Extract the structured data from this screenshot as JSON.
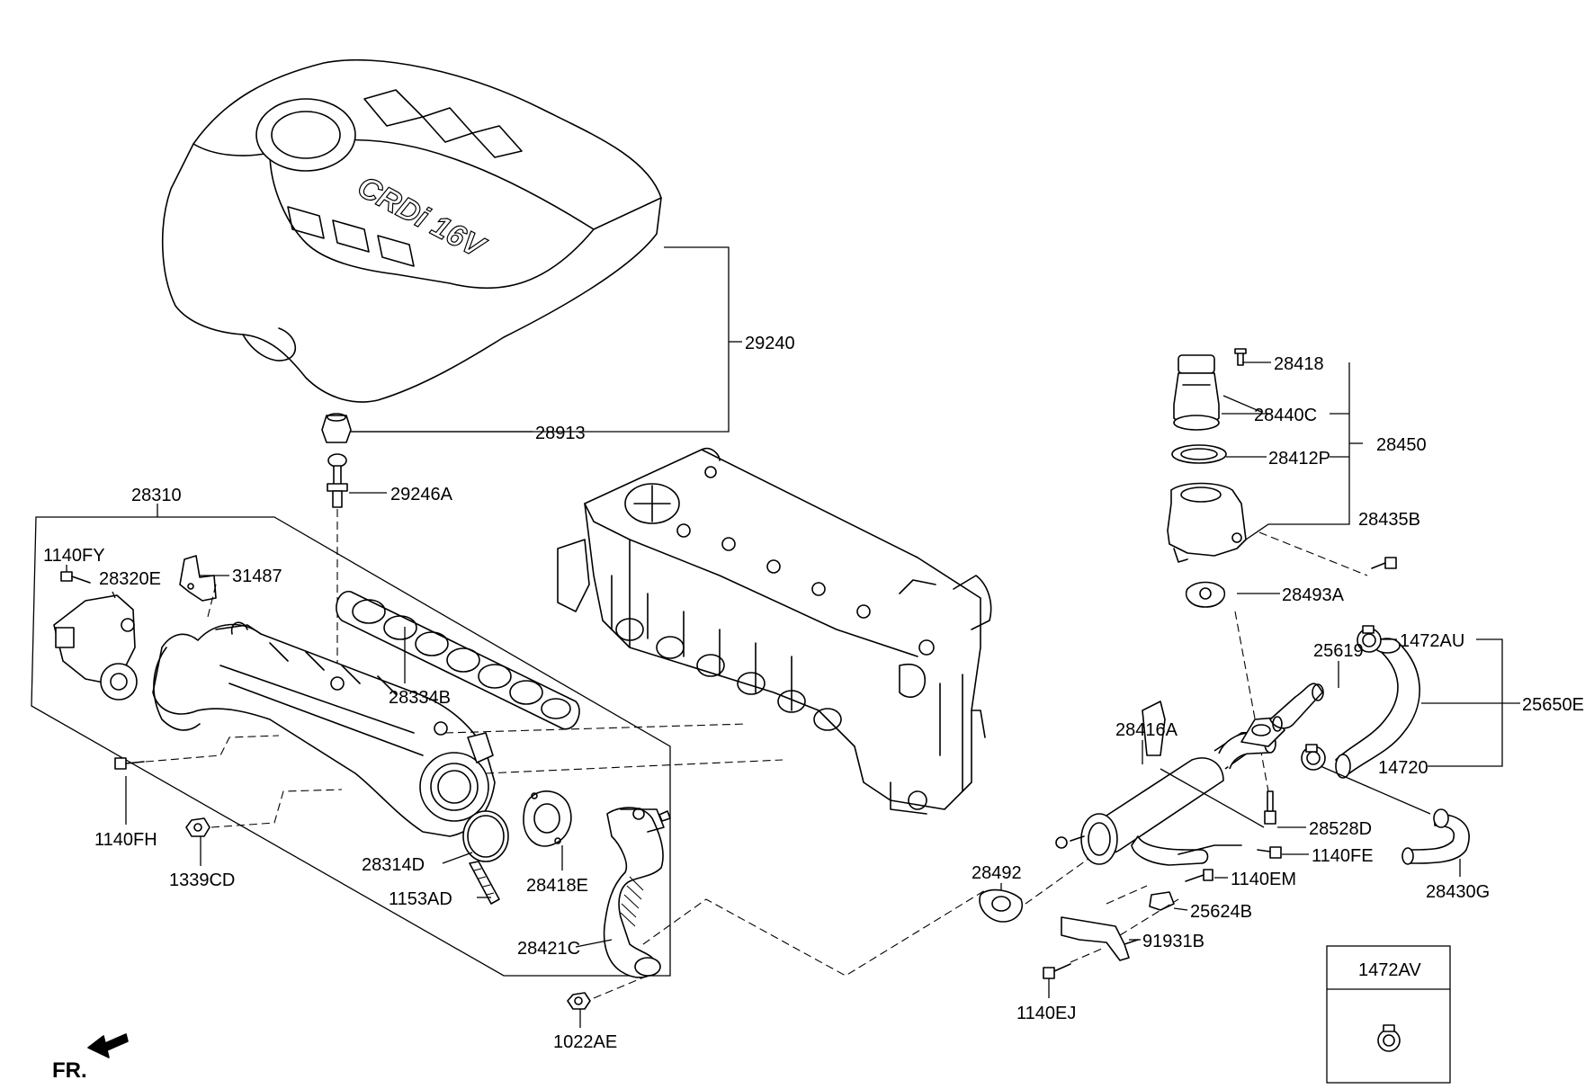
{
  "labels": {
    "p29240": "29240",
    "p28913": "28913",
    "p29246A": "29246A",
    "p28310": "28310",
    "p1140FY": "1140FY",
    "p28320E": "28320E",
    "p31487": "31487",
    "p28334B": "28334B",
    "p1140FH": "1140FH",
    "p1339CD": "1339CD",
    "p28314D": "28314D",
    "p1153AD": "1153AD",
    "p28418E": "28418E",
    "p28421C": "28421C",
    "p1022AE": "1022AE",
    "p28418": "28418",
    "p28440C": "28440C",
    "p28412P": "28412P",
    "p28450": "28450",
    "p28435B": "28435B",
    "p28493A": "28493A",
    "p25619": "25619",
    "p1472AU": "1472AU",
    "p25650E": "25650E",
    "p28416A": "28416A",
    "p14720": "14720",
    "p28528D": "28528D",
    "p1140FE": "1140FE",
    "p28492": "28492",
    "p1140EM": "1140EM",
    "p28430G": "28430G",
    "p25624B": "25624B",
    "p91931B": "91931B",
    "p1140EJ": "1140EJ",
    "p1472AV": "1472AV",
    "fr": "FR.",
    "cover_text": "CRDi 16V"
  }
}
